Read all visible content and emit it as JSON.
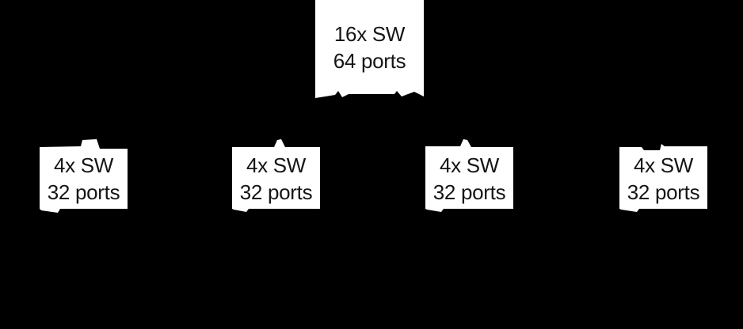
{
  "diagram": {
    "type": "network-topology",
    "background_color": "#000000",
    "box_fill_color": "#ffffff",
    "box_text_color": "#151515",
    "spine_switch_group": {
      "line1": "16x SW",
      "line2": "64 ports"
    },
    "leaf_switch_groups": [
      {
        "line1": "4x SW",
        "line2": "32 ports"
      },
      {
        "line1": "4x SW",
        "line2": "32 ports"
      },
      {
        "line1": "4x SW",
        "line2": "32 ports"
      },
      {
        "line1": "4x SW",
        "line2": "32 ports"
      }
    ]
  }
}
